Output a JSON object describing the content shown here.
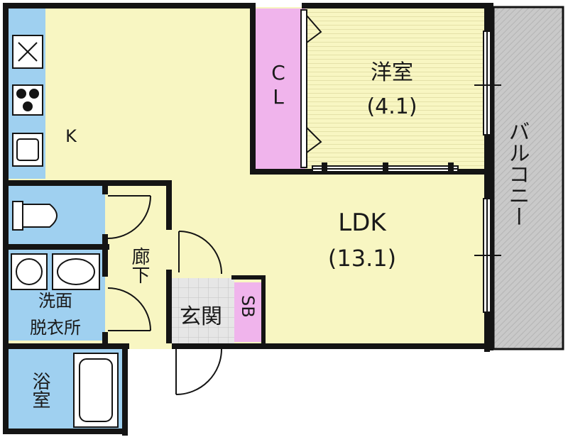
{
  "rooms": {
    "western_room": {
      "name": "洋室",
      "size": "(4.1)"
    },
    "closet": {
      "name": "CL"
    },
    "balcony": {
      "name": "バルコニー"
    },
    "kitchen": {
      "name": "K"
    },
    "ldk": {
      "name": "LDK",
      "size": "(13.1)"
    },
    "corridor": {
      "name": "廊下"
    },
    "washroom": {
      "line1": "洗面",
      "line2": "脱衣所"
    },
    "entrance": {
      "name": "玄関"
    },
    "shoebox": {
      "name": "SB"
    },
    "bathroom": {
      "name": "浴室"
    }
  },
  "colors": {
    "living": "#f8f6c2",
    "wet_area": "#9fd0f0",
    "closet": "#f0b4ec",
    "balcony": "#c9c9c9",
    "entrance_tile": "#e2e2e2",
    "wall": "#141414"
  }
}
